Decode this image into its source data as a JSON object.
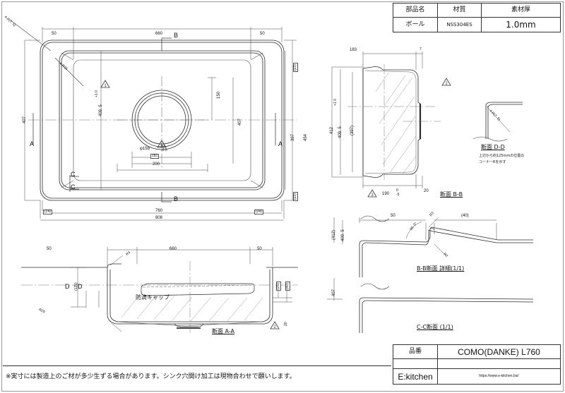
{
  "sheet": {
    "footer_note": "※実寸には製造上のご材が多少生ずる場合があります。シンク穴開け加工は現物合わせで願いします。"
  },
  "title_block_top": {
    "headers": [
      "部品名",
      "材質",
      "素材厚"
    ],
    "values": [
      "ボール",
      "NSS304ES",
      "1.0mm"
    ]
  },
  "title_block_bottom": {
    "part_no_label": "品番",
    "part_no_value": "COMO(DANKE) L760",
    "company": "E:kitchen",
    "url": "https://www.e-kitchen.biz/"
  },
  "views": {
    "plan": {
      "name": "plan-view",
      "dims": {
        "top_left_50": "50",
        "top_660": "660",
        "top_right_50": "50",
        "left_407": "407",
        "left_409_5": "409. 5",
        "left_409_5_tol_up": "+1",
        "left_409_5_tol_dn": "0",
        "right_23_top": "(23)",
        "right_23_bot": "(23)",
        "right_397": "397",
        "right_454": "454",
        "right_407": "407",
        "bot_24_left": "(24)",
        "bot_760": "760",
        "bot_24_right": "(24)",
        "bot_808": "808",
        "hole_dia": "φ158",
        "hole_tol_up": "+1",
        "hole_tol_dn": "-0.5",
        "hole_181": "181",
        "hole_200": "200",
        "hole_150": "150"
      },
      "callouts": {
        "r75": "4-R(7. 5)",
        "r15": "4-R15"
      },
      "section_marks": [
        "B",
        "B",
        "A",
        "A",
        "C",
        "C"
      ]
    },
    "section_bb": {
      "caption": "断面  B-B",
      "dims": {
        "top_183": "183",
        "top_7": "7",
        "left_412": "412",
        "left_409_5": "409. 5",
        "left_409_5_tol_up": "+1",
        "left_409_5_tol_dn": "0",
        "left_397": "(397)",
        "bot_190": "190",
        "bot_190_tol_up": "0",
        "bot_190_tol_dn": "-5",
        "bot_20": "20"
      }
    },
    "section_dd": {
      "caption": "断面  D-D",
      "note_line1": "上辺から約125mmの位置の",
      "note_line2": "コーナーRを示す",
      "callout": "4-R(7. 5)"
    },
    "detail_bb": {
      "caption": "B-B断面  詳細(1/1)",
      "dims": {
        "left_412": "(412)",
        "left_409_5": "409. 5",
        "d_50": "50",
        "d_40": "(40)",
        "angle": "95. 0°",
        "r3": "R3",
        "r2": "R2"
      }
    },
    "section_cc": {
      "caption": "C-C断面 (1/1)",
      "dims": {
        "left_407": "407"
      }
    },
    "section_aa": {
      "caption": "断面  A-A",
      "label_cap": "防滴キャップ",
      "dims": {
        "left_50": "50",
        "mid_660": "660",
        "right_50": "50",
        "left_125": "(125)",
        "right_25": "(25)",
        "right_40": "(40)",
        "right_20": "20",
        "r4": "R4",
        "r20": "R20"
      },
      "section_marks": [
        "D",
        "D"
      ]
    }
  }
}
